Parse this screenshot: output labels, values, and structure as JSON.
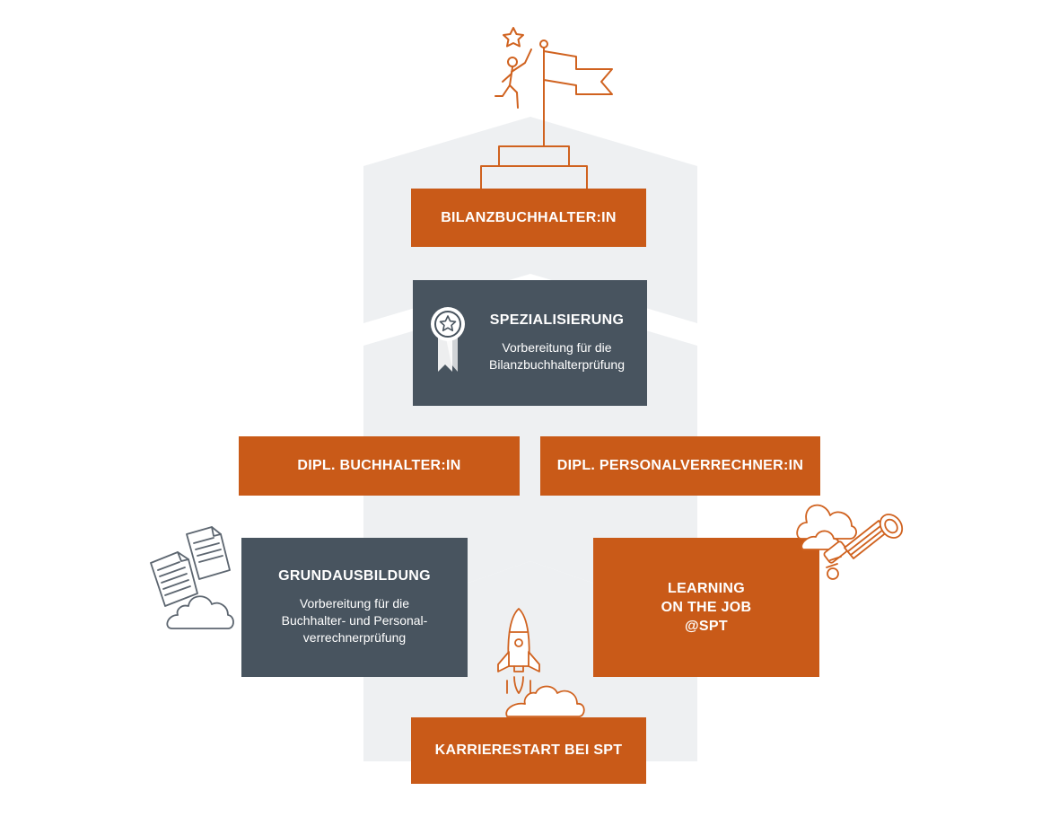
{
  "colors": {
    "accent": "#c95a18",
    "slate": "#48545f",
    "backdrop": "#eef0f2",
    "icon_line": "#d0621f",
    "icon_grey": "#5d6670"
  },
  "boxes": {
    "bilanzbuchhalter": {
      "title": "BILANZBUCHHALTER:IN"
    },
    "spezialisierung": {
      "title": "SPEZIALISIERUNG",
      "desc_line1": "Vorbereitung für die",
      "desc_line2": "Bilanzbuchhalterprüfung"
    },
    "dipl_buchhalter": {
      "title": "DIPL. BUCHHALTER:IN"
    },
    "dipl_personalverrechner": {
      "title": "DIPL. PERSONALVERRECHNER:IN"
    },
    "grundausbildung": {
      "title": "GRUNDAUSBILDUNG",
      "desc_line1": "Vorbereitung für die",
      "desc_line2": "Buchhalter- und Personal-",
      "desc_line3": "verrechnerprüfung"
    },
    "learning_on_the_job": {
      "title_line1": "LEARNING",
      "title_line2": "ON THE JOB",
      "title_line3": "@SPT"
    },
    "karrierestart": {
      "title": "KARRIERESTART BEI SPT"
    }
  },
  "icons": {
    "top": [
      "star-icon",
      "climber-icon",
      "flag-icon",
      "podium-icon"
    ],
    "spezialisierung": "award-badge-icon",
    "grundausbildung": [
      "documents-icon",
      "cloud-icon"
    ],
    "learning_on_the_job": [
      "clouds-icon",
      "telescope-icon"
    ],
    "karrierestart": [
      "rocket-icon",
      "cloud-icon"
    ]
  }
}
